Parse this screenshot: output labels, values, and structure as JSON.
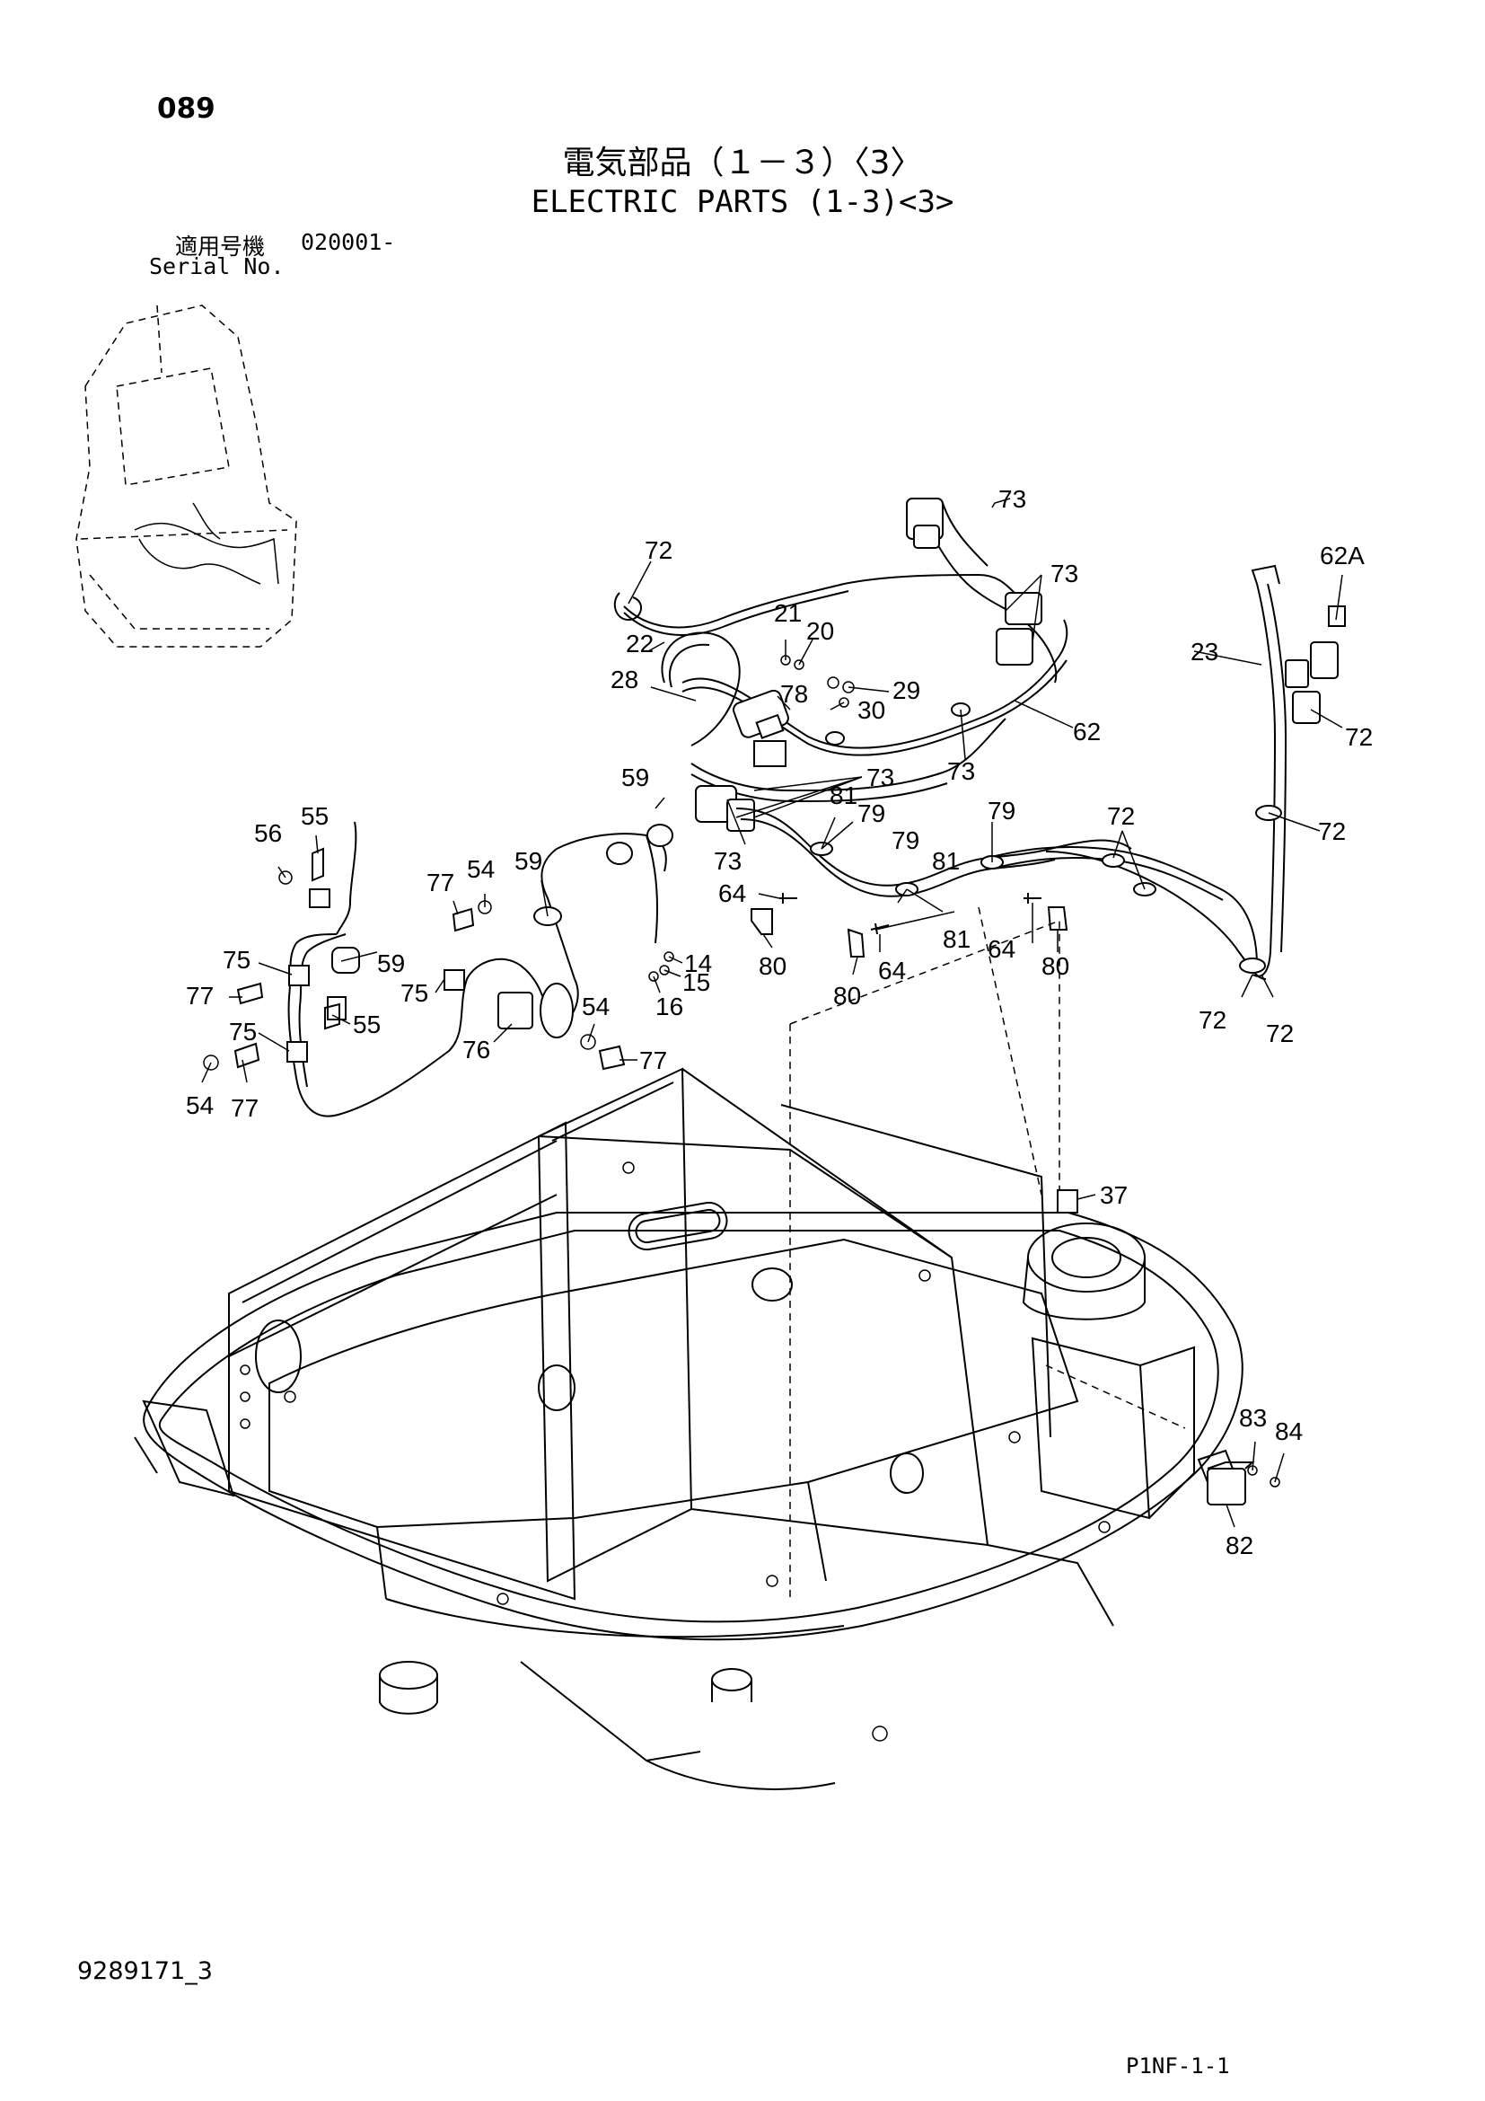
{
  "header": {
    "page_number": "089",
    "title_jp": "電気部品（１－３）〈3〉",
    "title_en": "ELECTRIC PARTS (1-3)<3>",
    "serial_label_jp": "適用号機",
    "serial_value": "020001-",
    "serial_label_en": "Serial No."
  },
  "footer": {
    "drawing_id": "9289171_3",
    "ref_code": "P1NF-1-1"
  },
  "callouts": [
    {
      "id": "c73a",
      "label": "73"
    },
    {
      "id": "c72a",
      "label": "72"
    },
    {
      "id": "c73b",
      "label": "73"
    },
    {
      "id": "c62A",
      "label": "62A"
    },
    {
      "id": "c21",
      "label": "21"
    },
    {
      "id": "c20",
      "label": "20"
    },
    {
      "id": "c22",
      "label": "22"
    },
    {
      "id": "c23",
      "label": "23"
    },
    {
      "id": "c28",
      "label": "28"
    },
    {
      "id": "c29",
      "label": "29"
    },
    {
      "id": "c78",
      "label": "78"
    },
    {
      "id": "c30",
      "label": "30"
    },
    {
      "id": "c62",
      "label": "62"
    },
    {
      "id": "c72b",
      "label": "72"
    },
    {
      "id": "c73c",
      "label": "73"
    },
    {
      "id": "c59a",
      "label": "59"
    },
    {
      "id": "c73d",
      "label": "73"
    },
    {
      "id": "c81a",
      "label": "81"
    },
    {
      "id": "c79a",
      "label": "79"
    },
    {
      "id": "c79b",
      "label": "79"
    },
    {
      "id": "c72c",
      "label": "72"
    },
    {
      "id": "c72d",
      "label": "72"
    },
    {
      "id": "c56",
      "label": "56"
    },
    {
      "id": "c55a",
      "label": "55"
    },
    {
      "id": "c73e",
      "label": "73"
    },
    {
      "id": "c79c",
      "label": "79"
    },
    {
      "id": "c81b",
      "label": "81"
    },
    {
      "id": "c54a",
      "label": "54"
    },
    {
      "id": "c59b",
      "label": "59"
    },
    {
      "id": "c77a",
      "label": "77"
    },
    {
      "id": "c64a",
      "label": "64"
    },
    {
      "id": "c81c",
      "label": "81"
    },
    {
      "id": "c64b",
      "label": "64"
    },
    {
      "id": "c80a",
      "label": "80"
    },
    {
      "id": "c80b",
      "label": "80"
    },
    {
      "id": "c64c",
      "label": "64"
    },
    {
      "id": "c80c",
      "label": "80"
    },
    {
      "id": "c14",
      "label": "14"
    },
    {
      "id": "c15",
      "label": "15"
    },
    {
      "id": "c16",
      "label": "16"
    },
    {
      "id": "c59c",
      "label": "59"
    },
    {
      "id": "c75a",
      "label": "75"
    },
    {
      "id": "c77b",
      "label": "77"
    },
    {
      "id": "c55b",
      "label": "55"
    },
    {
      "id": "c75b",
      "label": "75"
    },
    {
      "id": "c75c",
      "label": "75"
    },
    {
      "id": "c54b",
      "label": "54"
    },
    {
      "id": "c76",
      "label": "76"
    },
    {
      "id": "c77c",
      "label": "77"
    },
    {
      "id": "c72e",
      "label": "72"
    },
    {
      "id": "c72f",
      "label": "72"
    },
    {
      "id": "c54c",
      "label": "54"
    },
    {
      "id": "c77d",
      "label": "77"
    },
    {
      "id": "c37",
      "label": "37"
    },
    {
      "id": "c83",
      "label": "83"
    },
    {
      "id": "c84",
      "label": "84"
    },
    {
      "id": "c82",
      "label": "82"
    }
  ]
}
